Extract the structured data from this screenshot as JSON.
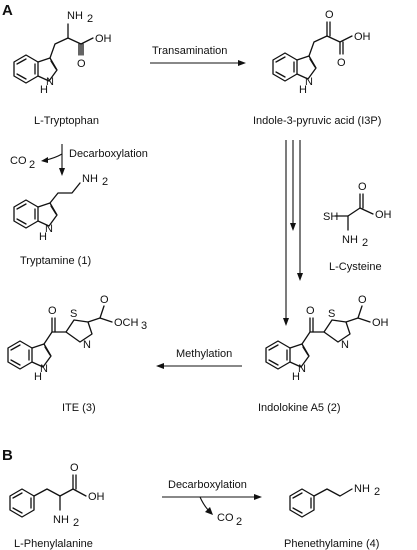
{
  "panels": {
    "a": "A",
    "b": "B"
  },
  "arrows": {
    "transamination": "Transamination",
    "decarboxylation_a": "Decarboxylation",
    "co2_a": "CO",
    "methylation": "Methylation",
    "decarboxylation_b": "Decarboxylation",
    "co2_b": "CO"
  },
  "compounds": {
    "l_tryptophan": "L-Tryptophan",
    "i3p": "Indole-3-pyruvic acid (I3P)",
    "tryptamine": "Tryptamine (1)",
    "l_cysteine": "L-Cysteine",
    "ite": "ITE (3)",
    "indolokine_a5": "Indolokine A5 (2)",
    "l_phenylalanine": "L-Phenylalanine",
    "phenethylamine": "Phenethylamine (4)"
  },
  "atoms": {
    "nh2": "NH",
    "oh": "OH",
    "nh": "NH",
    "h": "H",
    "n": "N",
    "o": "O",
    "s": "S",
    "sh": "SH",
    "och3": "OCH",
    "sub_2": "2",
    "sub_3": "3"
  },
  "colors": {
    "ink": "#111111",
    "background": "#ffffff"
  }
}
